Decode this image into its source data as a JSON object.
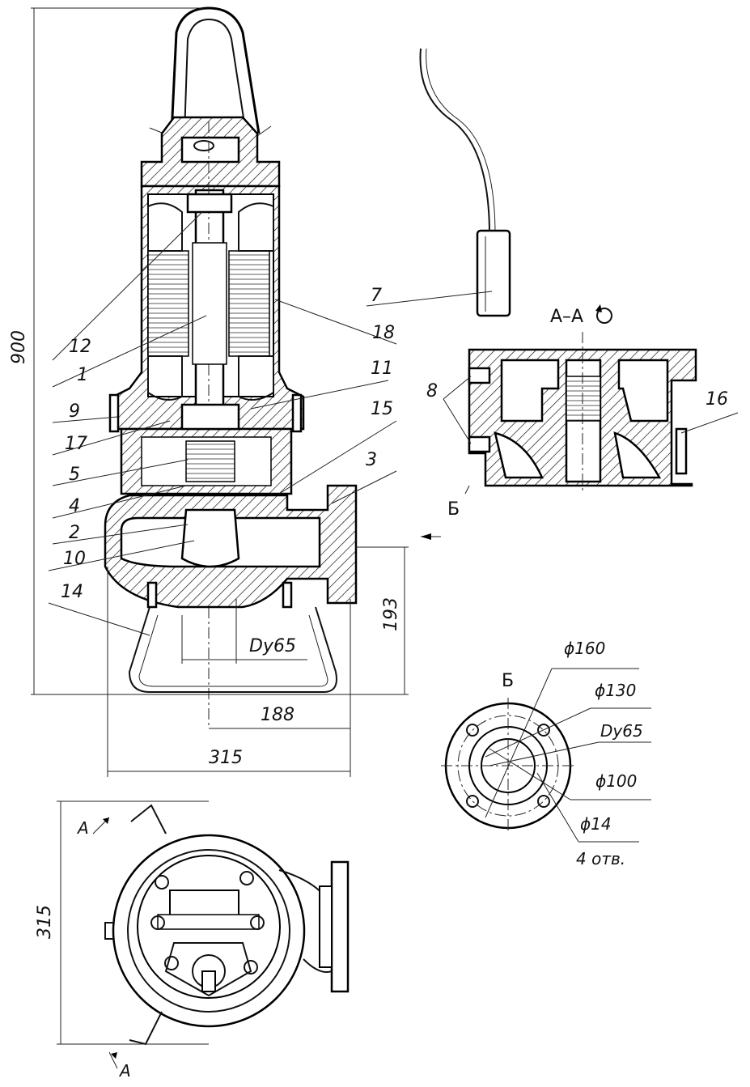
{
  "labels": {
    "p1": "1",
    "p2": "2",
    "p3": "3",
    "p4": "4",
    "p5": "5",
    "p7": "7",
    "p8": "8",
    "p9": "9",
    "p10": "10",
    "p11": "11",
    "p12": "12",
    "p14": "14",
    "p15": "15",
    "p16": "16",
    "p17": "17",
    "p18": "18"
  },
  "dimensions": {
    "height_900": "900",
    "h_193": "193",
    "w_188": "188",
    "w_315": "315",
    "dy65": "Dy65",
    "plan_315": "315"
  },
  "section": {
    "title": "А–А",
    "view_b": "Б"
  },
  "flange": {
    "title": "Б",
    "d160": "ϕ160",
    "d130": "ϕ130",
    "dy65": "Dy65",
    "d100": "ϕ100",
    "d14": "ϕ14",
    "holes": "4 отв."
  },
  "plan": {
    "cut_a_top": "А",
    "cut_a_bottom": "А"
  }
}
